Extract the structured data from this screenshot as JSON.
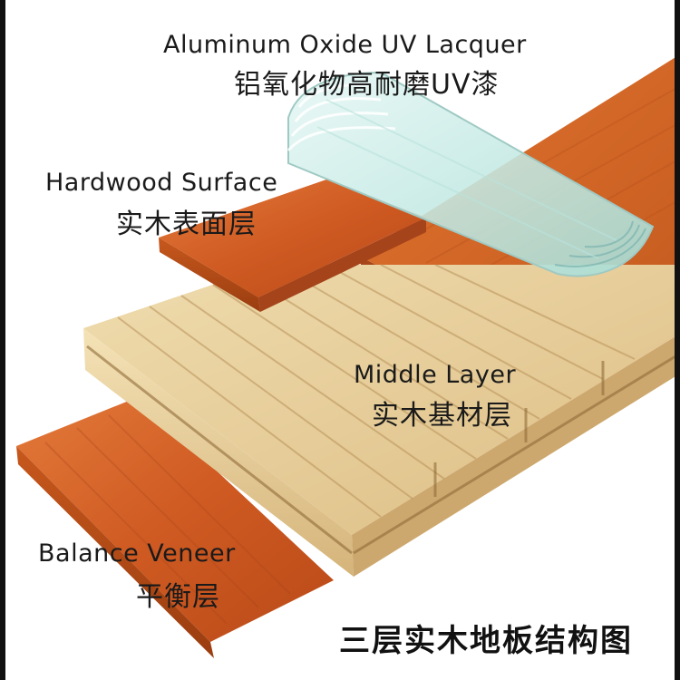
{
  "layers": [
    {
      "key": "lacquer",
      "en": "Aluminum Oxide UV Lacquer",
      "zh": "铝氧化物高耐磨UV漆"
    },
    {
      "key": "surface",
      "en": "Hardwood Surface",
      "zh": "实木表面层"
    },
    {
      "key": "middle",
      "en": "Middle Layer",
      "zh": "实木基材层"
    },
    {
      "key": "balance",
      "en": "Balance Veneer",
      "zh": "平衡层"
    }
  ],
  "caption": "三层实木地板结构图",
  "colors": {
    "background": "#ffffff",
    "veneer_orange": "#d8662a",
    "wood_light": "#e9cf9a",
    "lacquer_film": "#c9ece8",
    "text": "#1a1a1a"
  }
}
